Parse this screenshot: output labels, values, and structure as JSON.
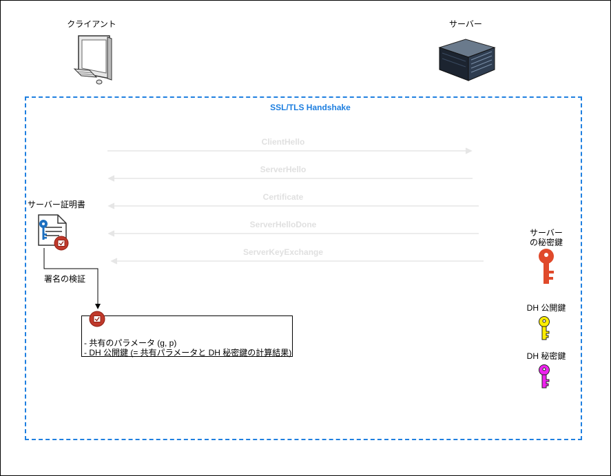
{
  "client": {
    "label": "クライアント",
    "icon": "desktop-computer-icon"
  },
  "server": {
    "label": "サーバー",
    "icon": "server-rack-icon"
  },
  "handshake": {
    "title": "SSL/TLS Handshake",
    "border_color": "#1e7fe0"
  },
  "messages": [
    {
      "label": "ClientHello",
      "direction": "client-to-server"
    },
    {
      "label": "ServerHello",
      "direction": "server-to-client"
    },
    {
      "label": "Certificate",
      "direction": "server-to-client"
    },
    {
      "label": "ServerHelloDone",
      "direction": "server-to-client"
    },
    {
      "label": "ServerKeyExchange",
      "direction": "server-to-client"
    }
  ],
  "certificate": {
    "label": "サーバー証明書",
    "icon": "certificate-icon"
  },
  "verify_label": "署名の検証",
  "params": {
    "seal_icon": "signature-seal-icon",
    "line1": "- 共有のパラメータ (g, p)",
    "line2": "- DH 公開鍵 (= 共有パラメータと DH 秘密鍵の計算結果)"
  },
  "keys": [
    {
      "label_line1": "サーバー",
      "label_line2": "の秘密鍵",
      "color": "#e0492a",
      "icon": "key-icon"
    },
    {
      "label_line1": "DH 公開鍵",
      "color": "#ffee00",
      "icon": "key-icon"
    },
    {
      "label_line1": "DH 秘密鍵",
      "color": "#ee22ee",
      "icon": "key-icon"
    }
  ],
  "arrow_color": "#e6e6e6"
}
